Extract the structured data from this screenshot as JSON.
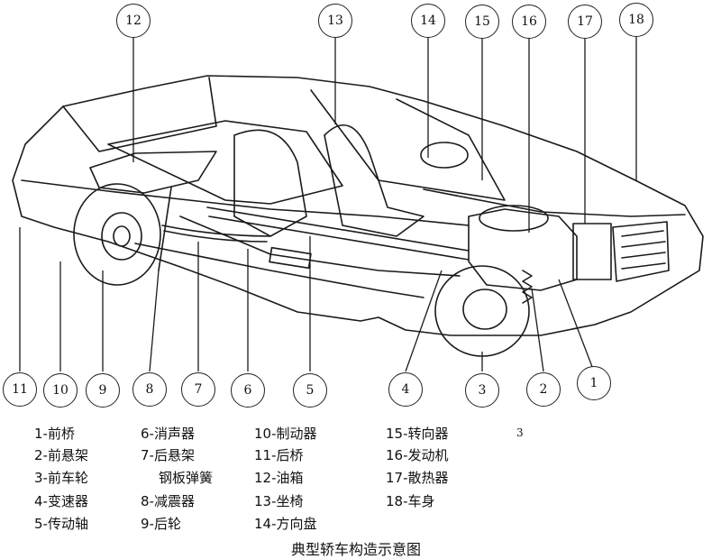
{
  "callouts": {
    "c1": "1",
    "c2": "2",
    "c3": "3",
    "c4": "4",
    "c5": "5",
    "c6": "6",
    "c7": "7",
    "c8": "8",
    "c9": "9",
    "c10": "10",
    "c11": "11",
    "c12": "12",
    "c13": "13",
    "c14": "14",
    "c15": "15",
    "c16": "16",
    "c17": "17",
    "c18": "18"
  },
  "legend": {
    "l1": "1-前桥",
    "l2": "2-前悬架",
    "l3": "3-前车轮",
    "l4": "4-变速器",
    "l5": "5-传动轴",
    "l6": "6-消声器",
    "l7a": "7-后悬架",
    "l7b": "钢板弹簧",
    "l8": "8-减震器",
    "l9": "9-后轮",
    "l10": "10-制动器",
    "l11": "11-后桥",
    "l12": "12-油箱",
    "l13": "13-坐椅",
    "l14": "14-方向盘",
    "l15": "15-转向器",
    "l16": "16-发动机",
    "l17": "17-散热器",
    "l18": "18-车身"
  },
  "stray_label": "3",
  "caption": "典型轿车构造示意图"
}
